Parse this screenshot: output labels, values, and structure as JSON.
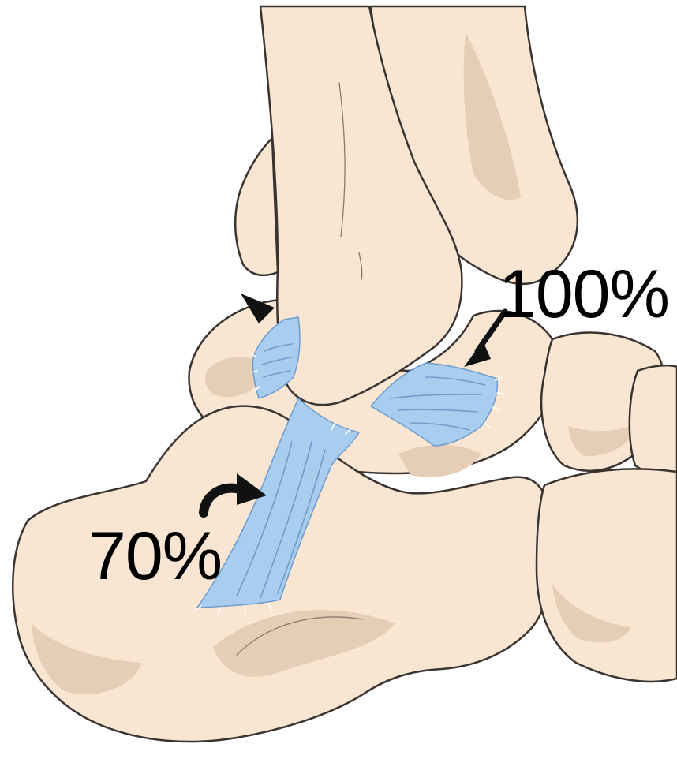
{
  "labels": {
    "atfl_percent": "100%",
    "cfl_percent": "70%"
  },
  "structures": [
    "tibia-bone",
    "fibula-bone",
    "talus-bone",
    "calcaneus-bone",
    "navicular-bone",
    "cuboid-bone",
    "atfl-ligament",
    "cfl-ligament",
    "ptfl-ligament"
  ],
  "colors": {
    "bone_fill": "#f8e6d3",
    "bone_shadow": "#e5cdb6",
    "bone_outline": "#3a3430",
    "ligament_fill": "#a9cdee",
    "ligament_stripe": "#6d9ccc",
    "arrow": "#111111",
    "label_text": "#000000"
  }
}
